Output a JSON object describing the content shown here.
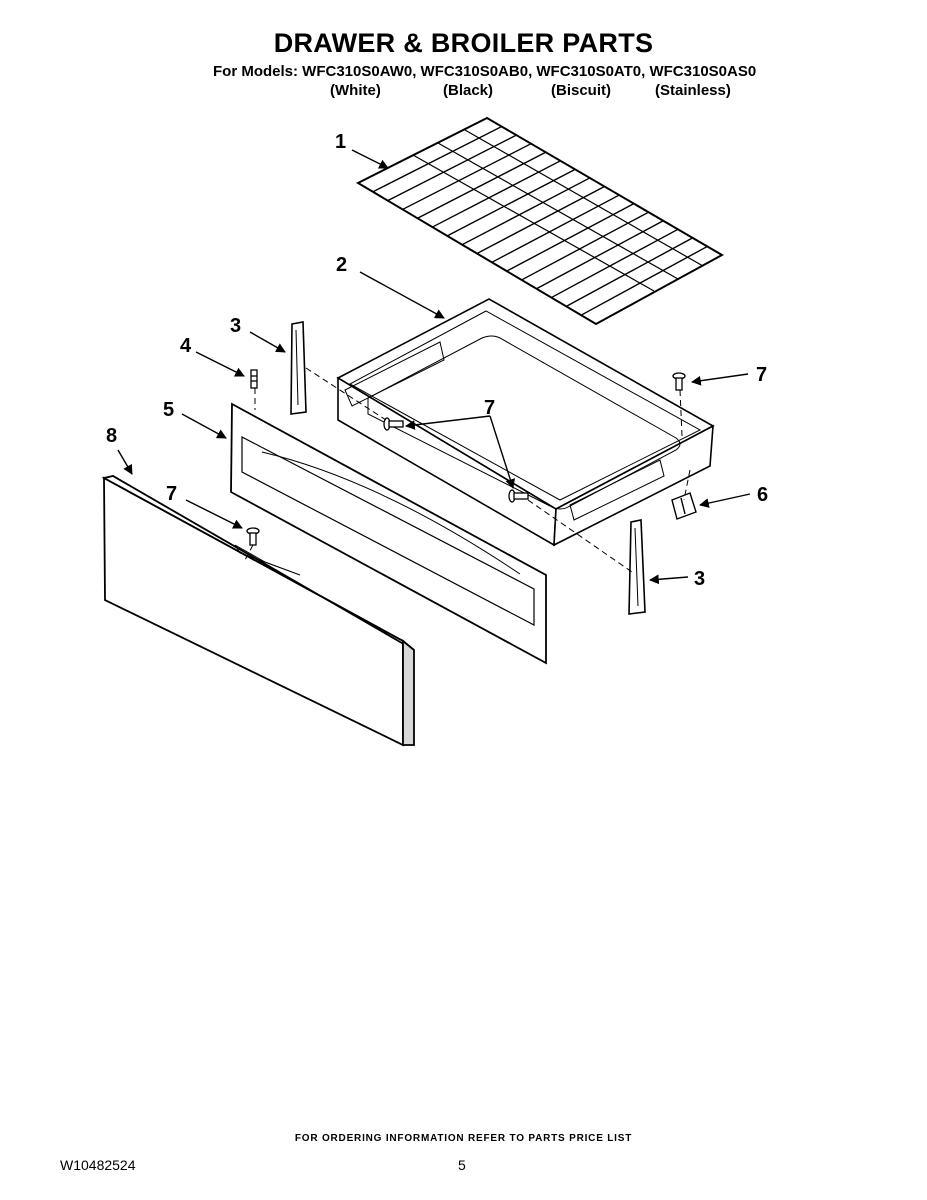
{
  "header": {
    "title": "DRAWER & BROILER PARTS",
    "models_line": "For Models: WFC310S0AW0, WFC310S0AB0, WFC310S0AT0, WFC310S0AS0",
    "colors": [
      "(White)",
      "(Black)",
      "(Biscuit)",
      "(Stainless)"
    ]
  },
  "callouts": {
    "c1": "1",
    "c2": "2",
    "c3a": "3",
    "c3b": "3",
    "c4": "4",
    "c5": "5",
    "c6": "6",
    "c7a": "7",
    "c7b": "7",
    "c7c": "7",
    "c8": "8"
  },
  "footer": {
    "note": "FOR ORDERING INFORMATION REFER TO PARTS PRICE LIST",
    "doc_number": "W10482524",
    "page_number": "5"
  }
}
